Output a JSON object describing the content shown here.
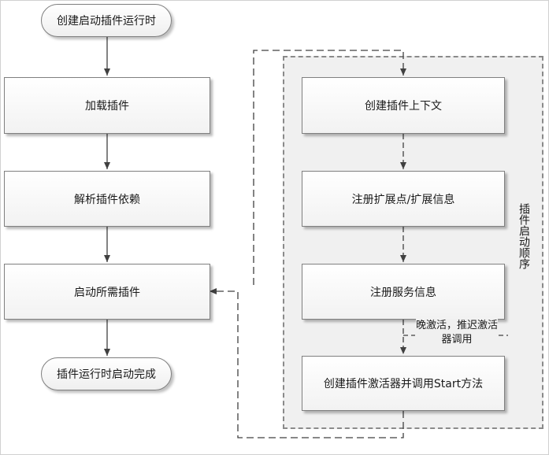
{
  "left_flow": {
    "start": "创建启动插件运行时",
    "step_load": "加载插件",
    "step_parse": "解析插件依赖",
    "step_start": "启动所需插件",
    "end": "插件运行时启动完成"
  },
  "startup_group": {
    "label": "插件启动顺序",
    "step_context": "创建插件上下文",
    "step_extension": "注册扩展点/扩展信息",
    "step_service": "注册服务信息",
    "note": "晚激活，推迟激活器调用",
    "step_activator": "创建插件激活器并调用Start方法"
  },
  "colors": {
    "box_border": "#7f7f7f",
    "group_fill": "#f0f0f0",
    "connector": "#404040"
  }
}
